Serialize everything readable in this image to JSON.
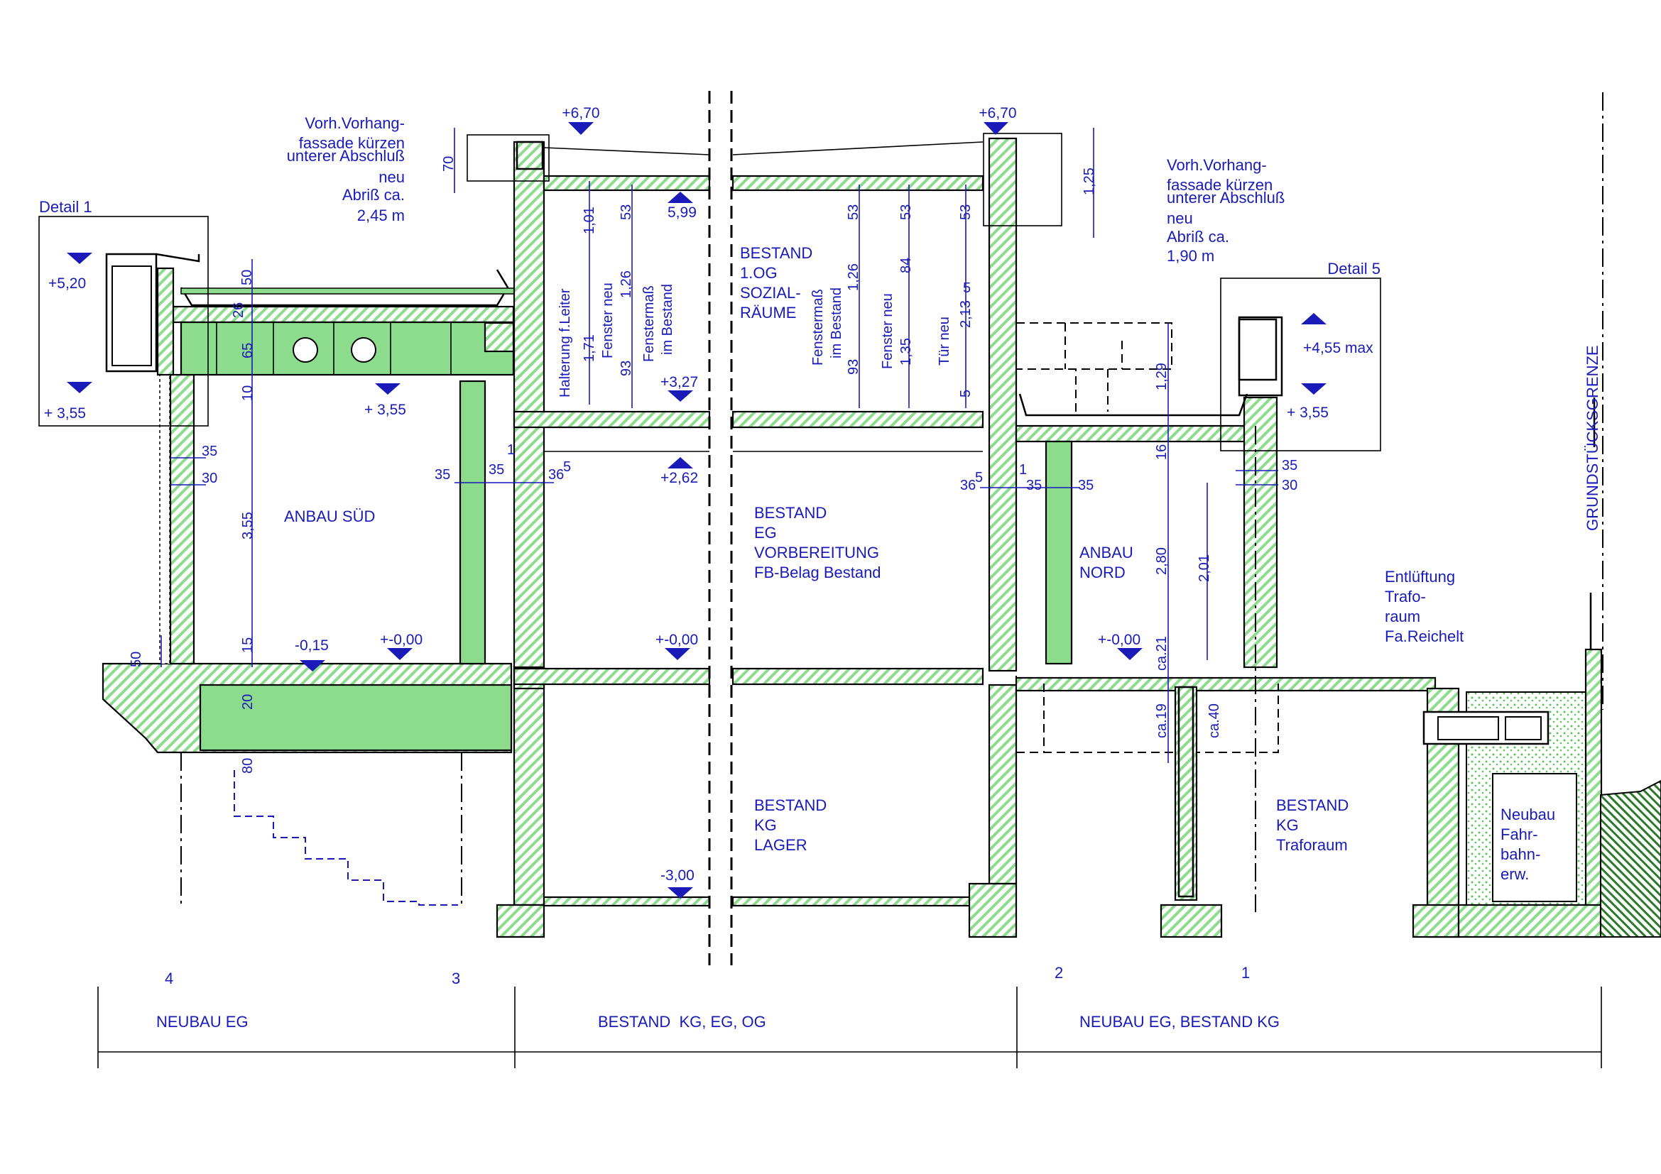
{
  "rooms": {
    "anbau_sued": "ANBAU SÜD",
    "bestand_og": [
      "BESTAND",
      "1.OG",
      "SOZIAL-",
      "RÄUME"
    ],
    "bestand_eg": [
      "BESTAND",
      "EG",
      "VORBEREITUNG",
      "FB-Belag Bestand"
    ],
    "anbau_nord": [
      "ANBAU",
      "NORD"
    ],
    "bestand_kg_lager": [
      "BESTAND",
      "KG",
      "LAGER"
    ],
    "bestand_kg_trafo": [
      "BESTAND",
      "KG",
      "Traforaum"
    ],
    "neubau_fahrbahn": [
      "Neubau",
      "Fahr-",
      "bahn-",
      "erw."
    ]
  },
  "notes": {
    "vorhang_left": [
      "Vorh.Vorhang-",
      "fassade kürzen",
      "unterer Abschluß",
      "neu",
      "Abriß ca.",
      "2,45 m"
    ],
    "vorhang_right": [
      "Vorh.Vorhang-",
      "fassade kürzen",
      "unterer Abschluß",
      "neu",
      "Abriß ca.",
      "1,90 m"
    ],
    "entlueftung": [
      "Entlüftung",
      "Trafo-",
      "raum",
      "Fa.Reichelt"
    ],
    "grenze": "GRUNDSTÜCKSGRENZE",
    "detail1": "Detail 1",
    "detail5": "Detail 5"
  },
  "levels": {
    "top_left": "+6,70",
    "top_right": "+6,70",
    "d1_top": "+5,20",
    "d1_bot": "+ 3,55",
    "sued_ceiling": "+ 3,55",
    "og_ceiling": "5,99",
    "og_floor": "+3,27",
    "eg_ceiling": "+2,62",
    "sued_floor1": "-0,15",
    "sued_floor2": "+-0,00",
    "eg_floor": "+-0,00",
    "nord_floor": "+-0,00",
    "kg_floor": "-3,00",
    "d5_top": "+4,55 max",
    "d5_bot": "+ 3,55"
  },
  "dims": {
    "d70": "70",
    "d50a": "50",
    "d26": "26",
    "d65": "65",
    "d10": "10",
    "d355": "3,55",
    "d15": "15",
    "d20": "20",
    "d80": "80",
    "d50b": "50",
    "d35a": "35",
    "d30a": "30",
    "d35b": "35",
    "d35c": "35",
    "d1a": "1",
    "d365a": "36",
    "sup5a": "5",
    "d101": "1,01",
    "d53a": "53",
    "d126a": "1,26",
    "d171": "1,71",
    "d93a": "93",
    "halterung": "Halterung f.Leiter",
    "fenster_neu_a": "Fenster neu",
    "fenstermass_a": [
      "Fenstermaß",
      "im Bestand"
    ],
    "d53b": "53",
    "d53c": "53",
    "d53d": "53",
    "d126b": "1,26",
    "d93b": "93",
    "d84": "84",
    "d135": "1,35",
    "d213": "2,13",
    "sup5b": "5",
    "d5": "5",
    "fenstermass_b": [
      "Fenstermaß",
      "im Bestand"
    ],
    "fenster_neu_b": "Fenster neu",
    "tuer_neu": "Tür neu",
    "d125": "1,25",
    "d129": "1,29",
    "d16": "16",
    "d280": "2,80",
    "d201": "2,01",
    "ca21": "ca.21",
    "ca19": "ca.19",
    "ca40": "ca.40",
    "d365b": "36",
    "sup5c": "5",
    "d1b": "1",
    "d35d": "35",
    "d35e": "35",
    "d35f": "35",
    "d30b": "30"
  },
  "axes": {
    "a4": "4",
    "a3": "3",
    "a2": "2",
    "a1": "1"
  },
  "zones": {
    "z1": "NEUBAU EG",
    "z2": "BESTAND  KG, EG, OG",
    "z3": "NEUBAU EG, BESTAND KG"
  },
  "colors": {
    "ink": "#1a1ab8",
    "concrete": "#8ddc8d"
  }
}
